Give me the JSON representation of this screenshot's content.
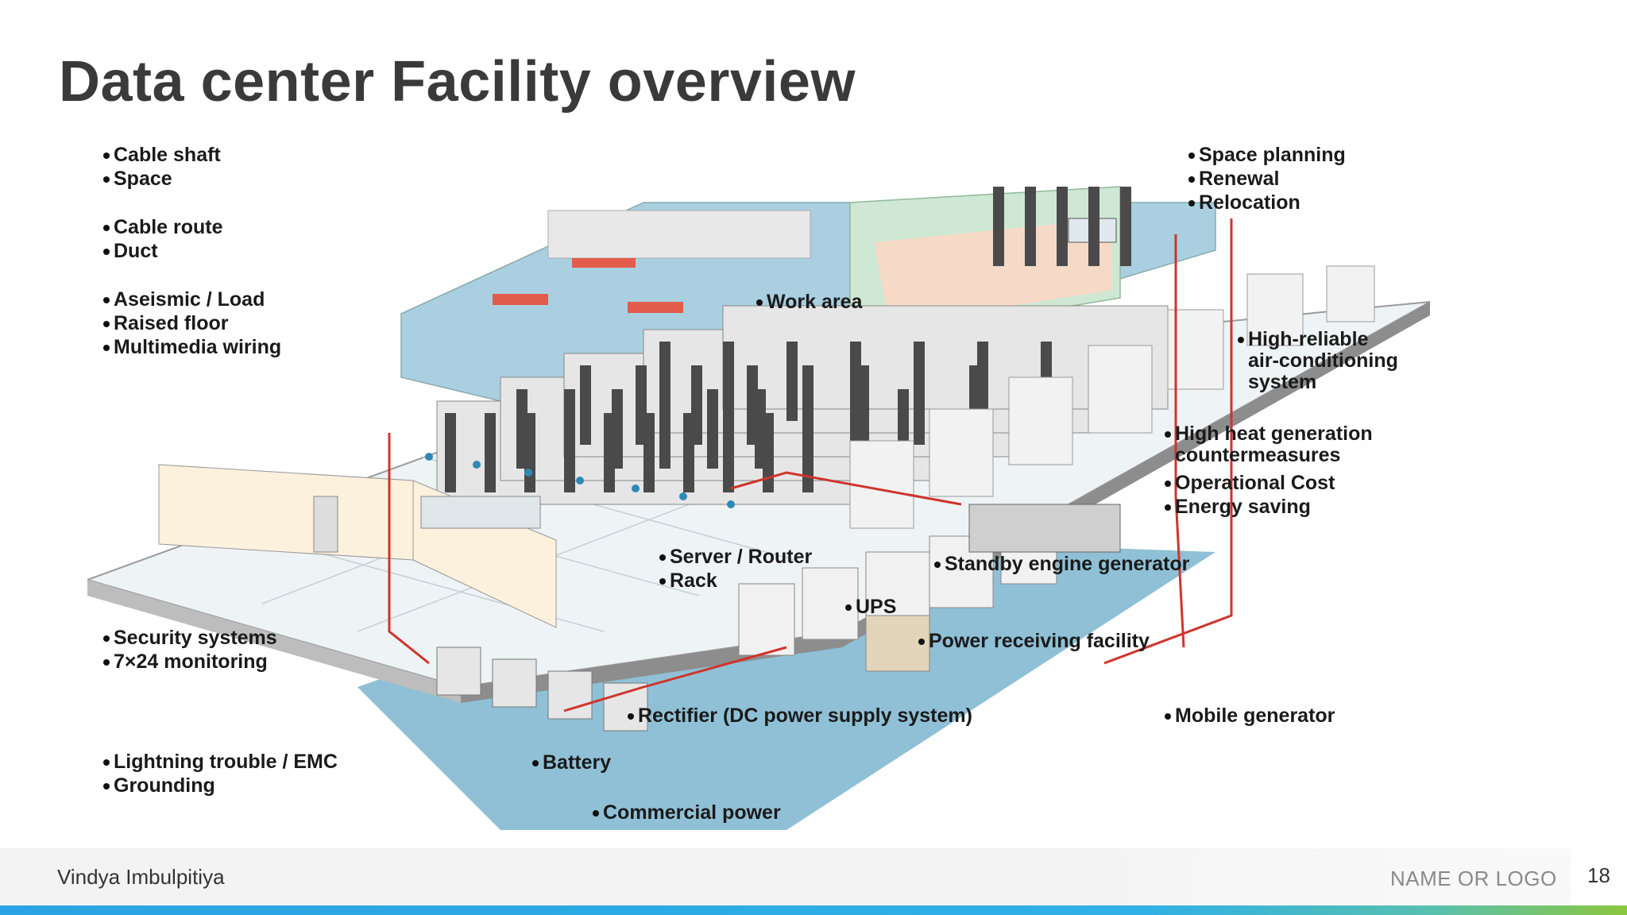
{
  "slide": {
    "title": "Data center Facility overview"
  },
  "diagram": {
    "labels_left": [
      [
        "Cable shaft",
        "Space"
      ],
      [
        "Cable route",
        "Duct"
      ],
      [
        "Aseismic / Load",
        "Raised floor",
        "Multimedia wiring"
      ],
      [
        "Security systems",
        "7×24 monitoring"
      ],
      [
        "Lightning trouble / EMC",
        "Grounding"
      ]
    ],
    "labels_right_top": [
      "Space planning",
      "Renewal",
      "Relocation"
    ],
    "labels_right": {
      "aircon": [
        "High-reliable",
        "air-conditioning",
        "system"
      ],
      "heat": [
        "High heat generation",
        "countermeasures"
      ],
      "opcost": "Operational Cost",
      "energy": "Energy saving",
      "mobile": "Mobile generator"
    },
    "labels_center": {
      "work_area": "Work area",
      "server": "Server / Router",
      "rack": "Rack",
      "standby": "Standby engine generator",
      "ups": "UPS",
      "power_receiving": "Power receiving facility",
      "rectifier": "Rectifier (DC power supply system)",
      "battery": "Battery",
      "commercial": "Commercial power"
    },
    "colors": {
      "floor_blue": "#8fc0d6",
      "floor_light": "#eef3f5",
      "rack_dark": "#4a4a4a",
      "rack_light": "#e8e8e8",
      "wall_cream": "#fbf1dc",
      "office_green": "#cfe8d4",
      "cable_red": "#d0342c"
    }
  },
  "footer": {
    "author": "Vindya Imbulpitiya",
    "logo": "NAME OR LOGO",
    "page": "18"
  }
}
